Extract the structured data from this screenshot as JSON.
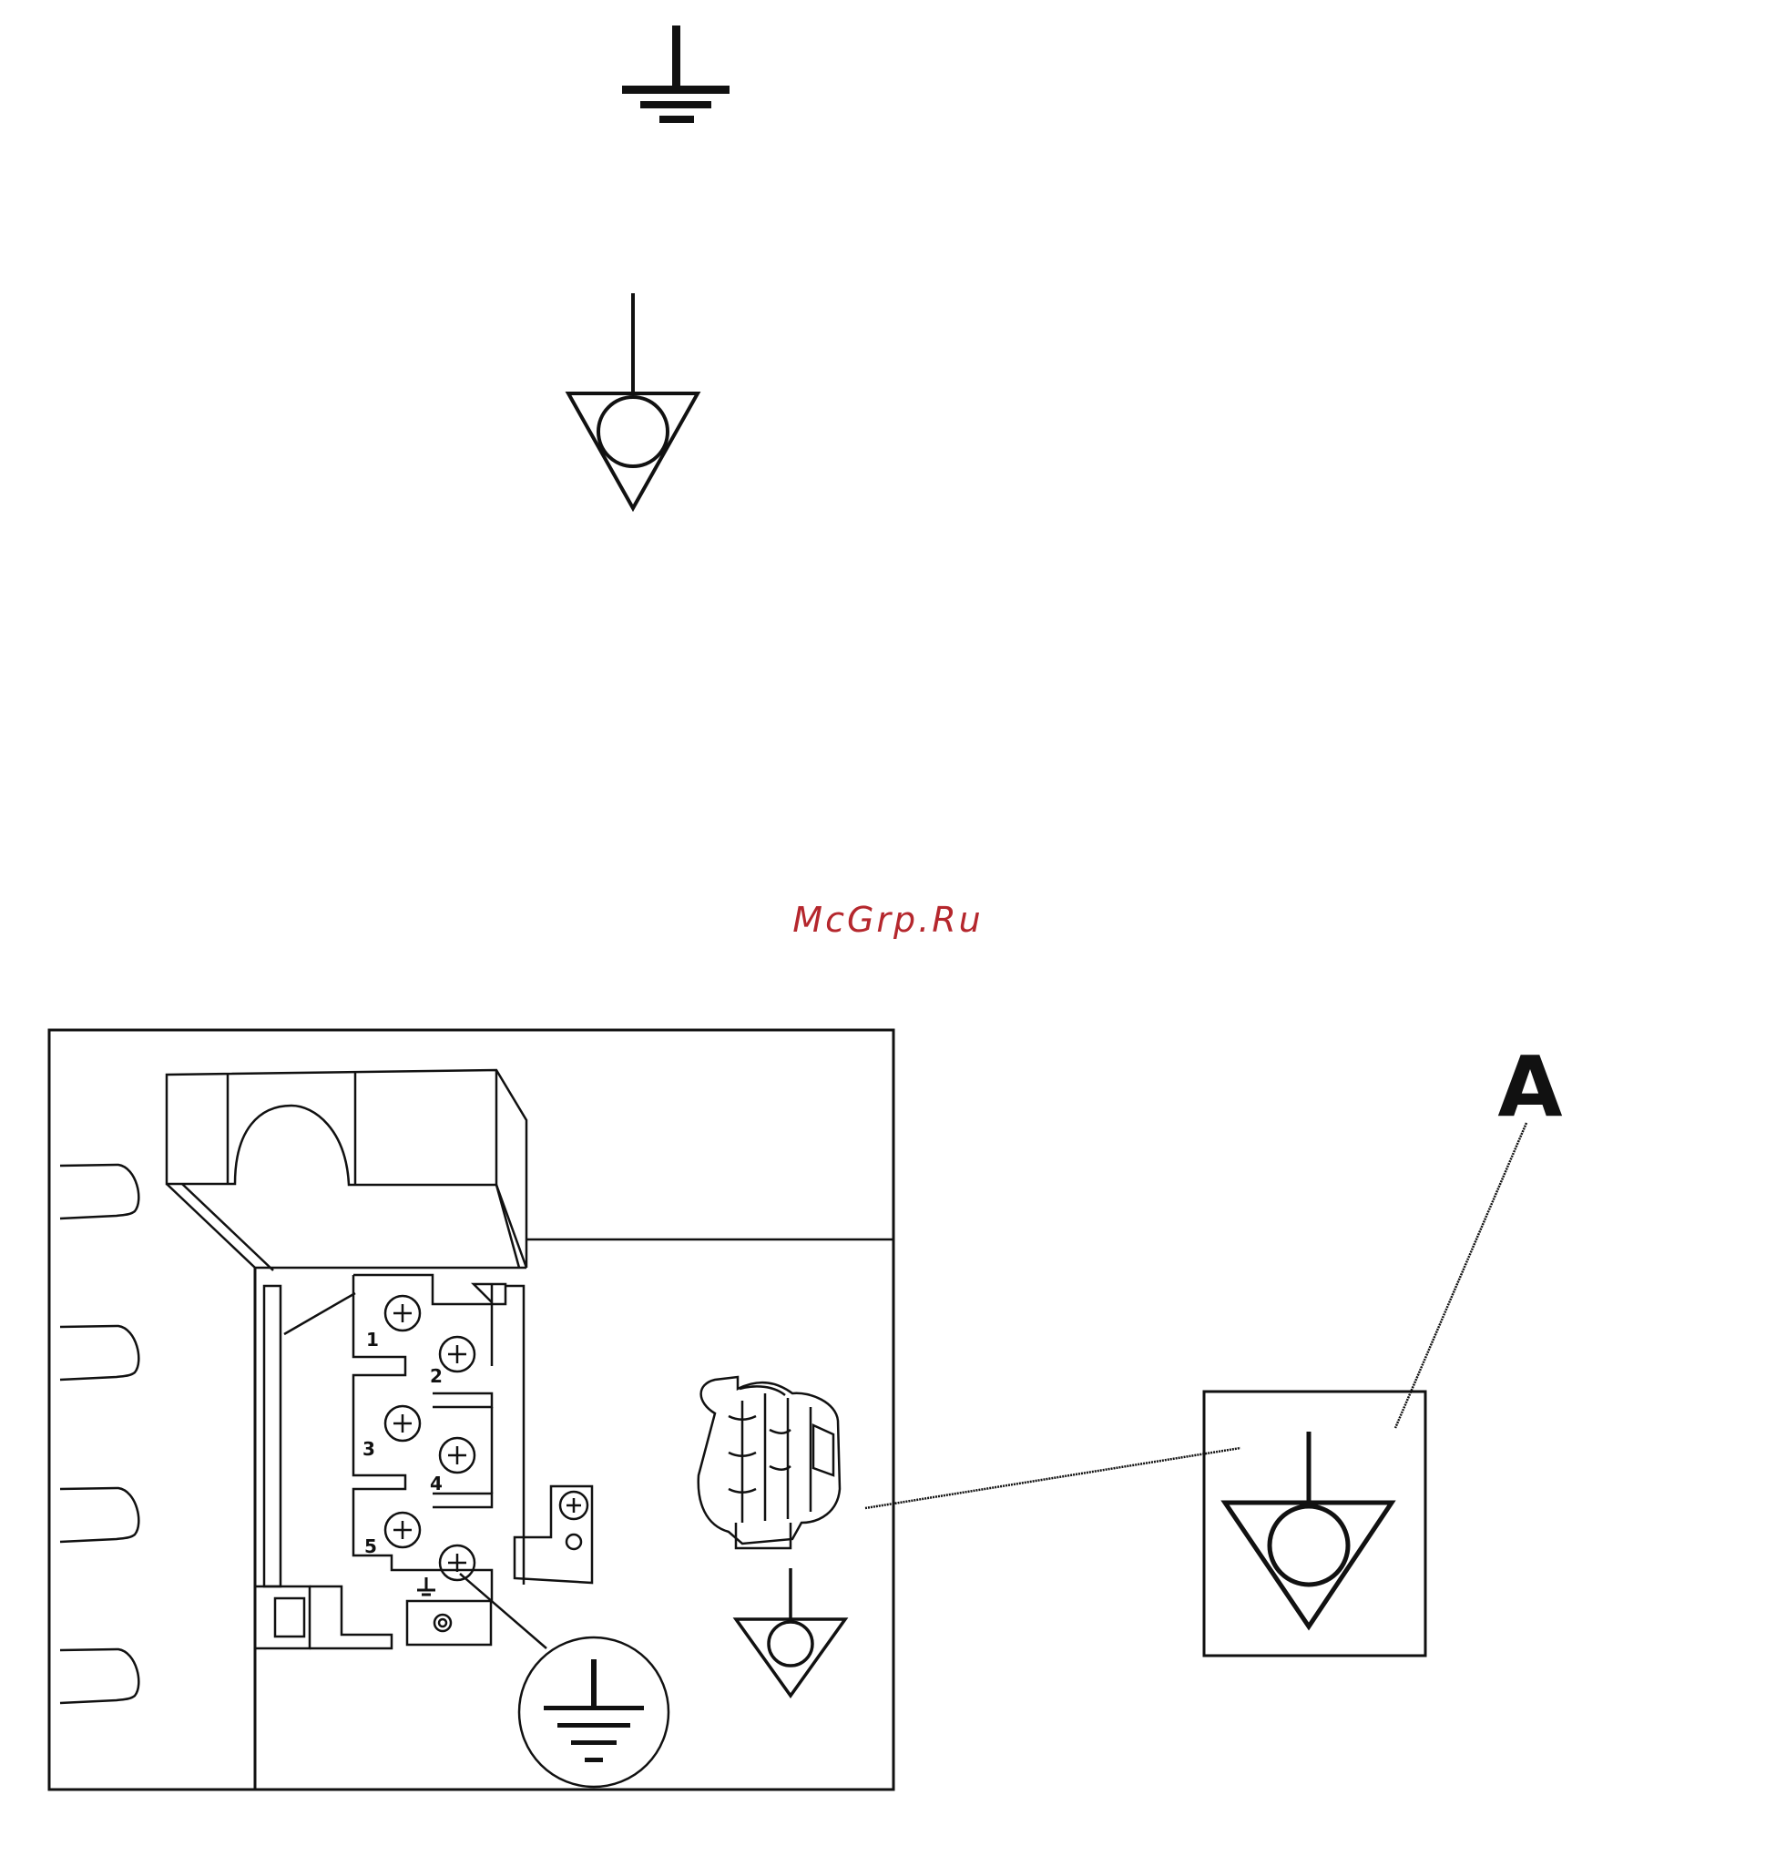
{
  "watermark": {
    "text": "McGrp.Ru",
    "color": "#b5272d"
  },
  "callout_label": "A",
  "terminal_numbers": [
    "1",
    "2",
    "3",
    "4",
    "5"
  ],
  "symbols": {
    "top": "earth-ground-icon",
    "middle": "equipotential-icon",
    "detail": "equipotential-icon",
    "device_label": "equipotential-icon",
    "circle_callout": "earth-ground-icon"
  },
  "colors": {
    "line": "#111111",
    "background": "#ffffff"
  }
}
